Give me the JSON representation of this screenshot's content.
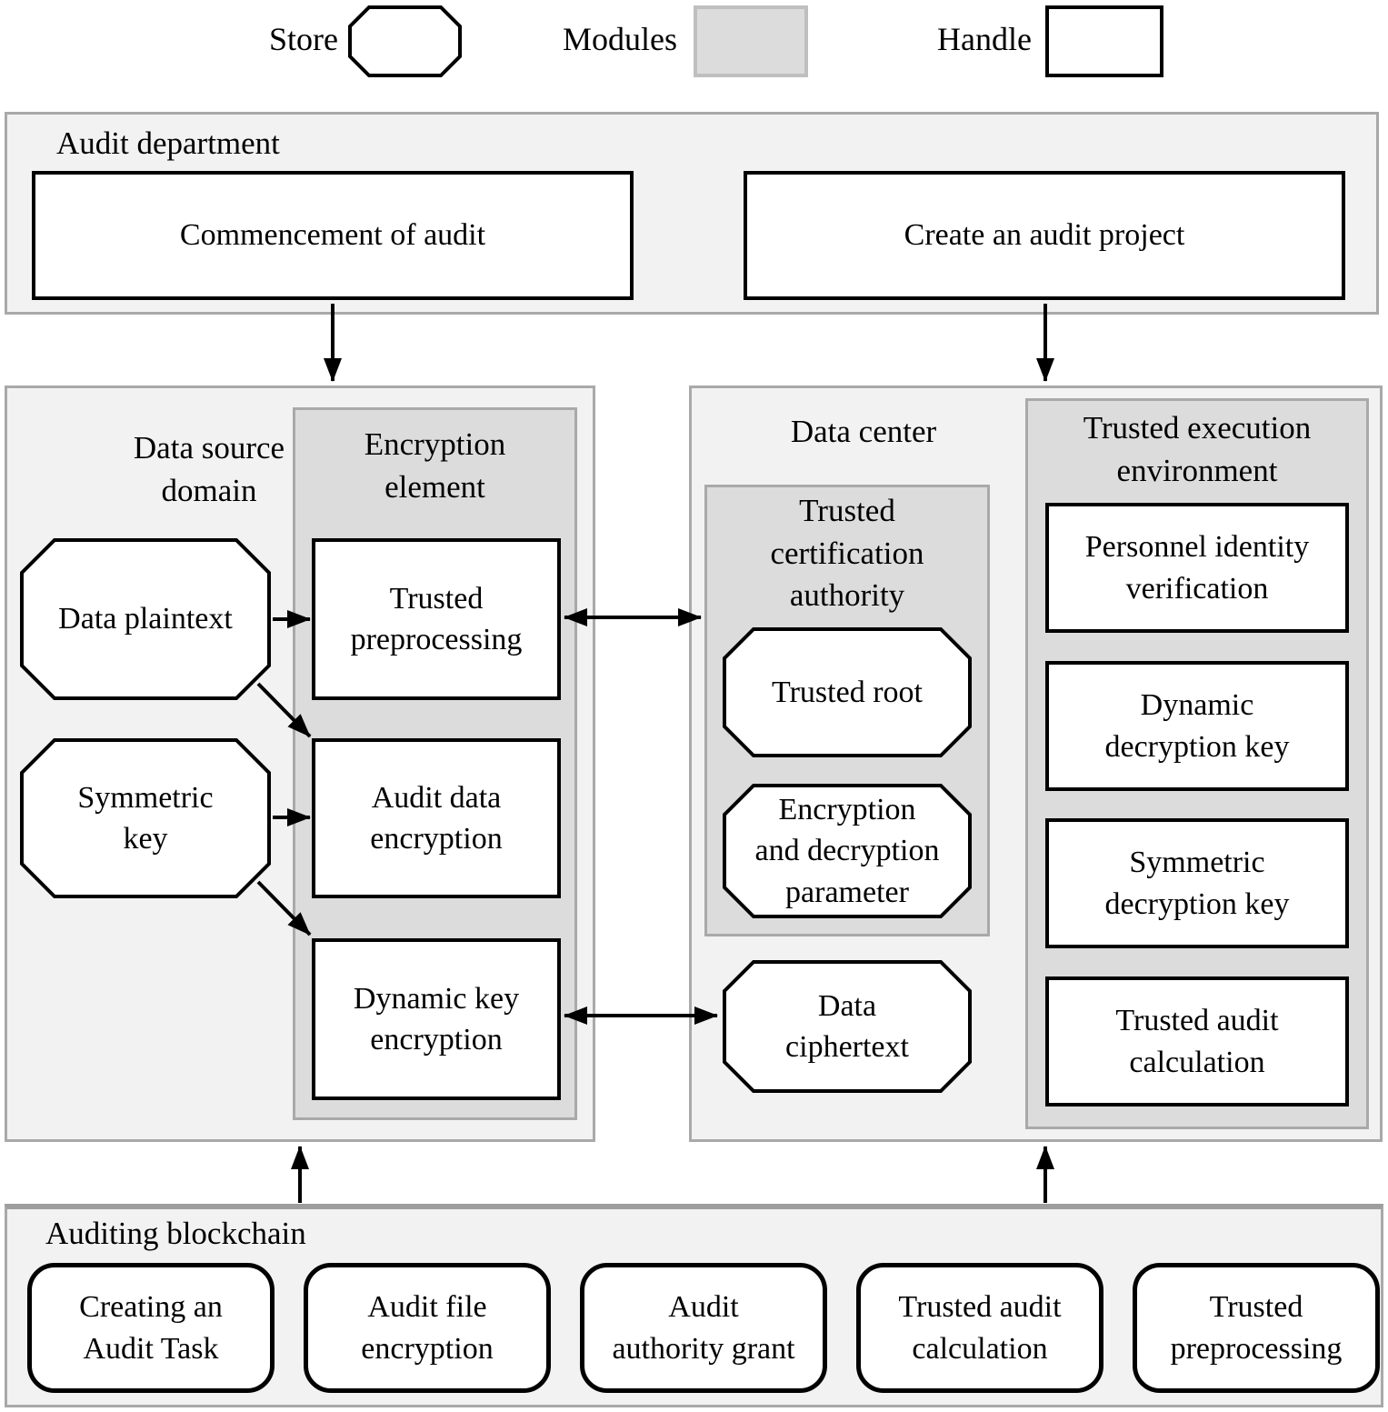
{
  "colors": {
    "background": "#ffffff",
    "section_fill": "#f2f2f2",
    "module_fill": "#dcdcdc",
    "section_border": "#a9a9a9",
    "shape_border": "#000000"
  },
  "legend": {
    "store_label": "Store",
    "modules_label": "Modules",
    "handle_label": "Handle"
  },
  "audit_department": {
    "title": "Audit department",
    "commencement_box": "Commencement of audit",
    "create_project_box": "Create an audit project"
  },
  "data_source_domain": {
    "title": "Data source\ndomain",
    "data_plaintext": "Data plaintext",
    "symmetric_key": "Symmetric\nkey",
    "encryption_element": {
      "title": "Encryption\nelement",
      "trusted_preprocessing": "Trusted\npreprocessing",
      "audit_data_encryption": "Audit data\nencryption",
      "dynamic_key_encryption": "Dynamic key\nencryption"
    }
  },
  "data_center": {
    "title": "Data center",
    "trusted_certification_authority": {
      "title": "Trusted\ncertification\nauthority",
      "trusted_root": "Trusted root",
      "encryption_decryption_parameter": "Encryption\nand decryption\nparameter"
    },
    "data_ciphertext": "Data\nciphertext",
    "trusted_execution_environment": {
      "title": "Trusted execution\nenvironment",
      "personnel_identity_verification": "Personnel identity\nverification",
      "dynamic_decryption_key": "Dynamic\ndecryption key",
      "symmetric_decryption_key": "Symmetric\ndecryption key",
      "trusted_audit_calculation": "Trusted audit\ncalculation"
    }
  },
  "auditing_blockchain": {
    "title": "Auditing blockchain",
    "blocks": [
      "Creating an\nAudit Task",
      "Audit file\nencryption",
      "Audit\nauthority grant",
      "Trusted audit\ncalculation",
      "Trusted\npreprocessing"
    ]
  }
}
